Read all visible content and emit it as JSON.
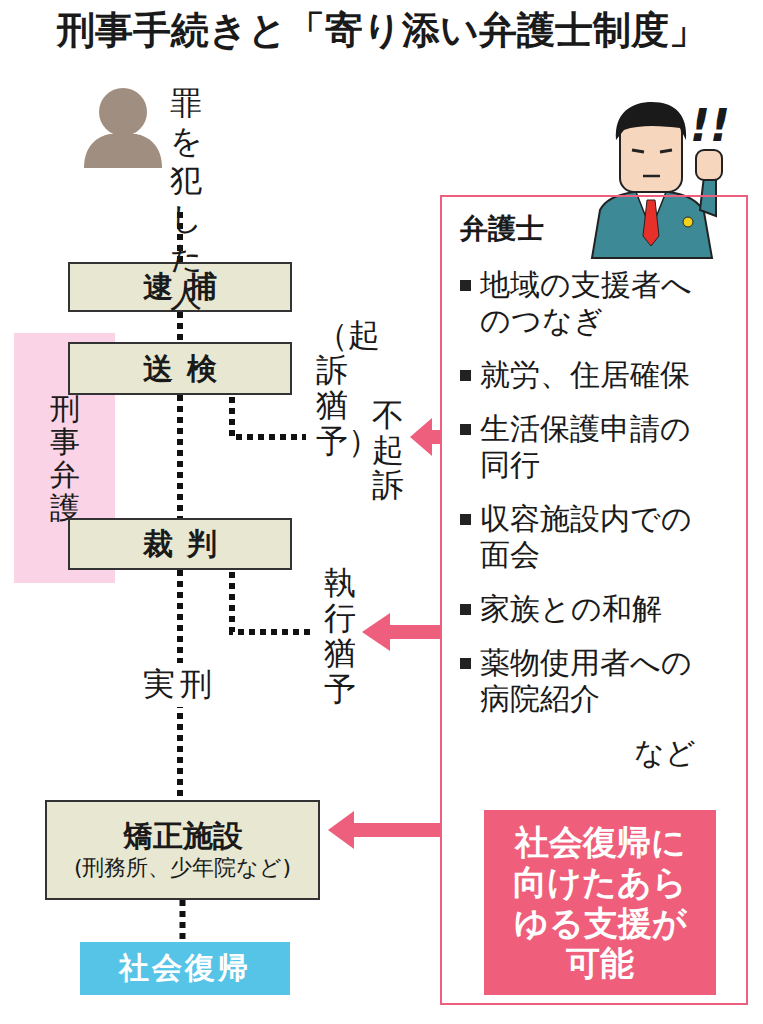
{
  "diagram": {
    "title": "刑事手続きと「寄り添い弁護士制度」",
    "nodes": [
      {
        "text": [
          "逮捕"
        ]
      },
      {
        "text": [
          "刑事弁護"
        ]
      },
      {
        "text": [
          "送検"
        ]
      },
      {
        "text": [
          "裁判"
        ]
      },
      {
        "text": [
          "矯正施設",
          "(刑務所、少年院など)"
        ]
      },
      {
        "text": [
          "社会復帰"
        ]
      },
      {
        "text": [
          "弁護士",
          "地域の支援者へのつなぎ",
          "就労、住居確保",
          "生活保護申請の同行",
          "収容施設内での面会",
          "家族との和解",
          "薬物使用者への病院紹介",
          "など"
        ]
      },
      {
        "text": [
          "社会復帰に向けたあらゆる支援が可能"
        ],
        "in": 6
      }
    ],
    "edges": [
      {
        "from": 0,
        "to": 2,
        "arrow": "none"
      },
      {
        "from": 2,
        "to": 3,
        "arrow": "none"
      },
      {
        "from": 3,
        "to": 4,
        "label": "実刑",
        "arrow": "none"
      },
      {
        "from": 4,
        "to": 5,
        "arrow": "none"
      },
      {
        "from": 6,
        "to": 4,
        "arrow": "to"
      }
    ],
    "labels": [
      "罪を犯した人",
      "不起訴",
      "（起訴猶予）",
      "執行猶予",
      "!!"
    ]
  }
}
